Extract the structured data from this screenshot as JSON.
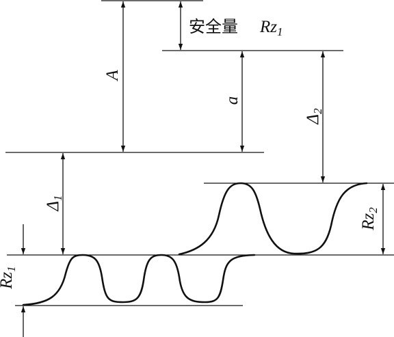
{
  "labels": {
    "A": "A",
    "a": "a",
    "delta1": "Δ",
    "delta1_sub": "1",
    "delta2": "Δ",
    "delta2_sub": "2",
    "rz1": "Rz",
    "rz1_sub": "1",
    "rz2": "Rz",
    "rz2_sub": "2",
    "safety_cn": "安全量",
    "safety_rz": "Rz",
    "safety_sub": "1"
  }
}
